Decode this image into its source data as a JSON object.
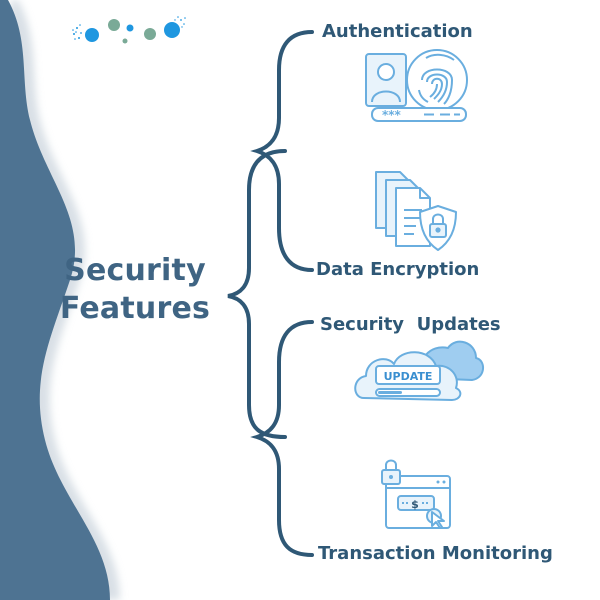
{
  "title": {
    "line1": "Security",
    "line2": "Features"
  },
  "features": [
    {
      "label": "Authentication",
      "icon": "fingerprint-id-card-icon",
      "password_mask": "***"
    },
    {
      "label": "Data Encryption",
      "icon": "encrypted-documents-lock-icon"
    },
    {
      "label": "Security  Updates",
      "icon": "cloud-update-icon",
      "badge": "UPDATE"
    },
    {
      "label": "Transaction Monitoring",
      "icon": "secure-payment-monitor-icon",
      "screen_text": "$"
    }
  ],
  "colors": {
    "wave": "#4e7392",
    "brace": "#2f5876",
    "text": "#3f6483",
    "icon_stroke": "#6aaedf",
    "icon_fill": "#e8f3fb",
    "dot_blue": "#1f97e0",
    "dot_green": "#7aaa97"
  }
}
